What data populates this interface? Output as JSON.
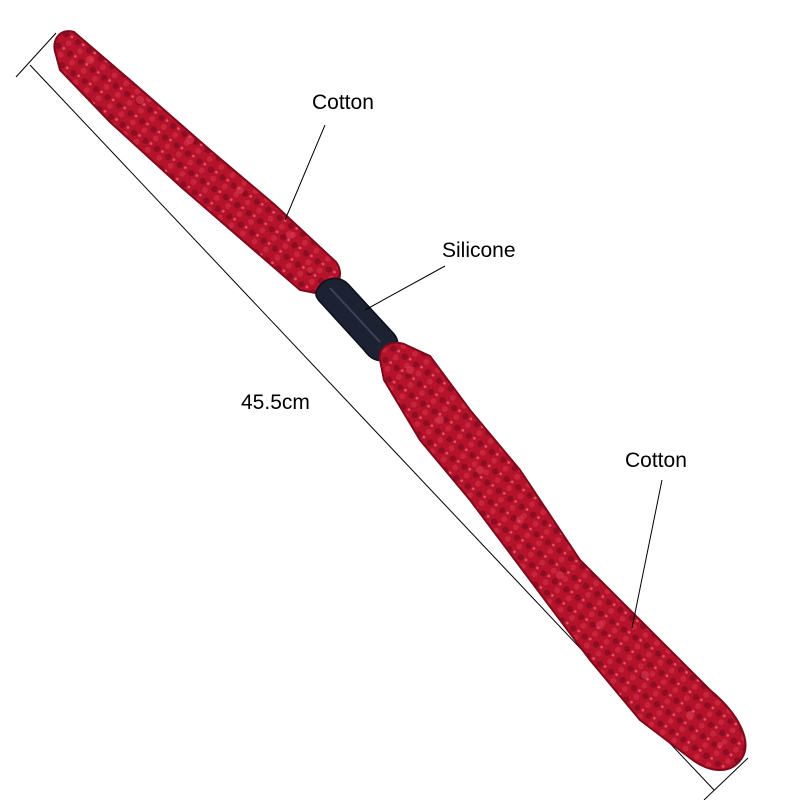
{
  "labels": {
    "cotton_top": "Cotton",
    "silicone": "Silicone",
    "length": "45.5cm",
    "cotton_bottom": "Cotton"
  },
  "colors": {
    "cotton": "#b5122b",
    "cotton_dark": "#7d0a1c",
    "cotton_light": "#d83a50",
    "silicone": "#1d2233",
    "line": "#000000"
  }
}
